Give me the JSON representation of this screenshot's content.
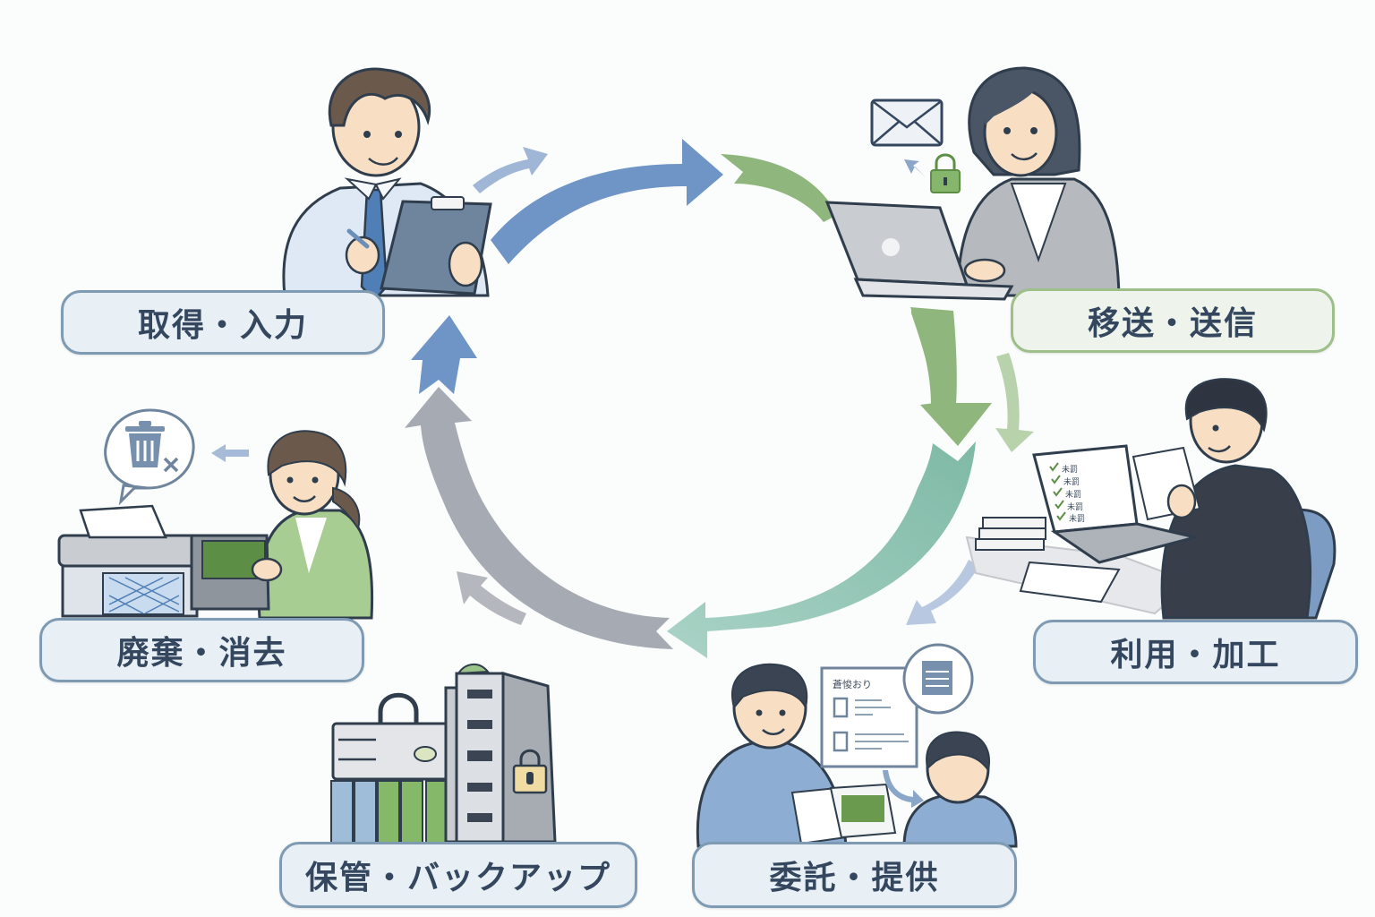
{
  "stages": [
    {
      "id": "acquire",
      "label": "取得・入力"
    },
    {
      "id": "transfer",
      "label": "移送・送信"
    },
    {
      "id": "use",
      "label": "利用・加工"
    },
    {
      "id": "entrust",
      "label": "委託・提供"
    },
    {
      "id": "store",
      "label": "保管・バックアップ"
    },
    {
      "id": "dispose",
      "label": "廃棄・消去"
    }
  ],
  "illustration_text": {
    "checklist_item": "未罰",
    "document_heading": "蒼悛おり"
  },
  "colors": {
    "arrow_blue": "#6f95c6",
    "arrow_green": "#8fb77d",
    "arrow_teal": "#86c1ae",
    "arrow_gray": "#a6abb3",
    "label_border": "#7f9bb3",
    "label_border_green": "#9ebe8a",
    "label_text": "#34475e",
    "outline": "#2f3d4c"
  }
}
